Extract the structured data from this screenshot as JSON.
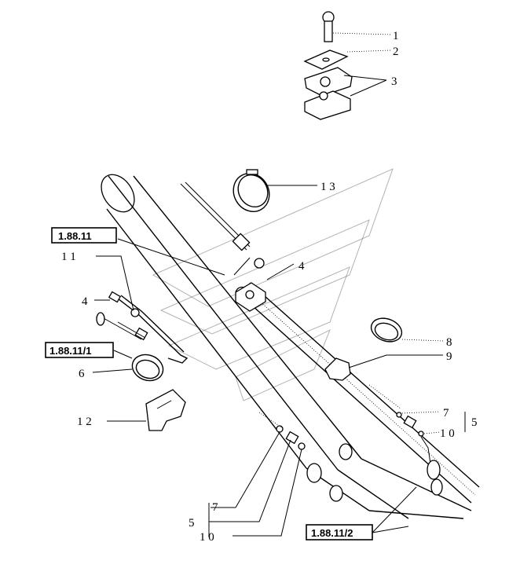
{
  "callouts": {
    "c1": "1",
    "c2": "2",
    "c3": "3",
    "c4a": "4",
    "c4b": "4",
    "c5a": "5",
    "c5b": "5",
    "c6": "6",
    "c7a": "7",
    "c7b": "7",
    "c8": "8",
    "c9": "9",
    "c10a": "1 0",
    "c10b": "1 0",
    "c11": "1 1",
    "c12": "1 2",
    "c13": "1 3"
  },
  "refs": {
    "r1": "1.88.11",
    "r2": "1.88.11/1",
    "r3": "1.88.11/2"
  }
}
